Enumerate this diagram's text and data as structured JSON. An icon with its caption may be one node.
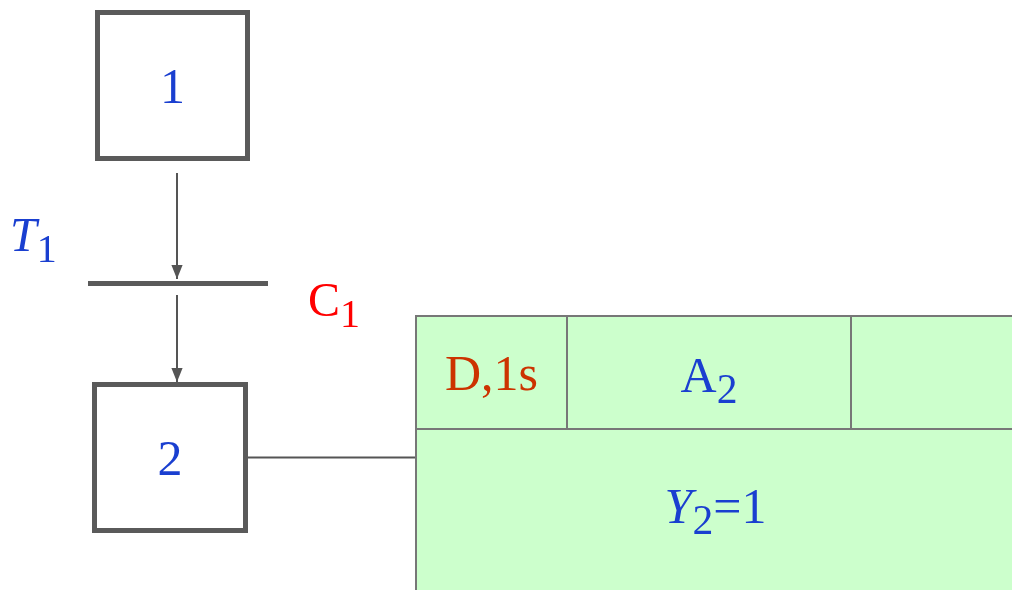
{
  "diagram": {
    "nodes": [
      {
        "text": [
          "1"
        ]
      },
      {
        "text": [],
        "shape": "bar",
        "beside": [
          "*T*$_{1}$",
          "C$_{1}$"
        ]
      },
      {
        "text": [
          "2"
        ]
      },
      {
        "text": [],
        "shape": "box"
      },
      {
        "text": [
          "D,1s"
        ],
        "in": 3
      },
      {
        "text": [
          "A$_{2}$"
        ],
        "in": 3
      },
      {
        "text": [],
        "shape": "box",
        "in": 3
      },
      {
        "text": [
          "*Y*$_{2}$=1"
        ],
        "in": 3
      }
    ],
    "edges": [
      {
        "from": 0,
        "to": 1,
        "arrow": "to"
      },
      {
        "from": 1,
        "to": 2,
        "arrow": "to"
      },
      {
        "from": 2,
        "to": 3,
        "arrow": "none"
      }
    ]
  }
}
